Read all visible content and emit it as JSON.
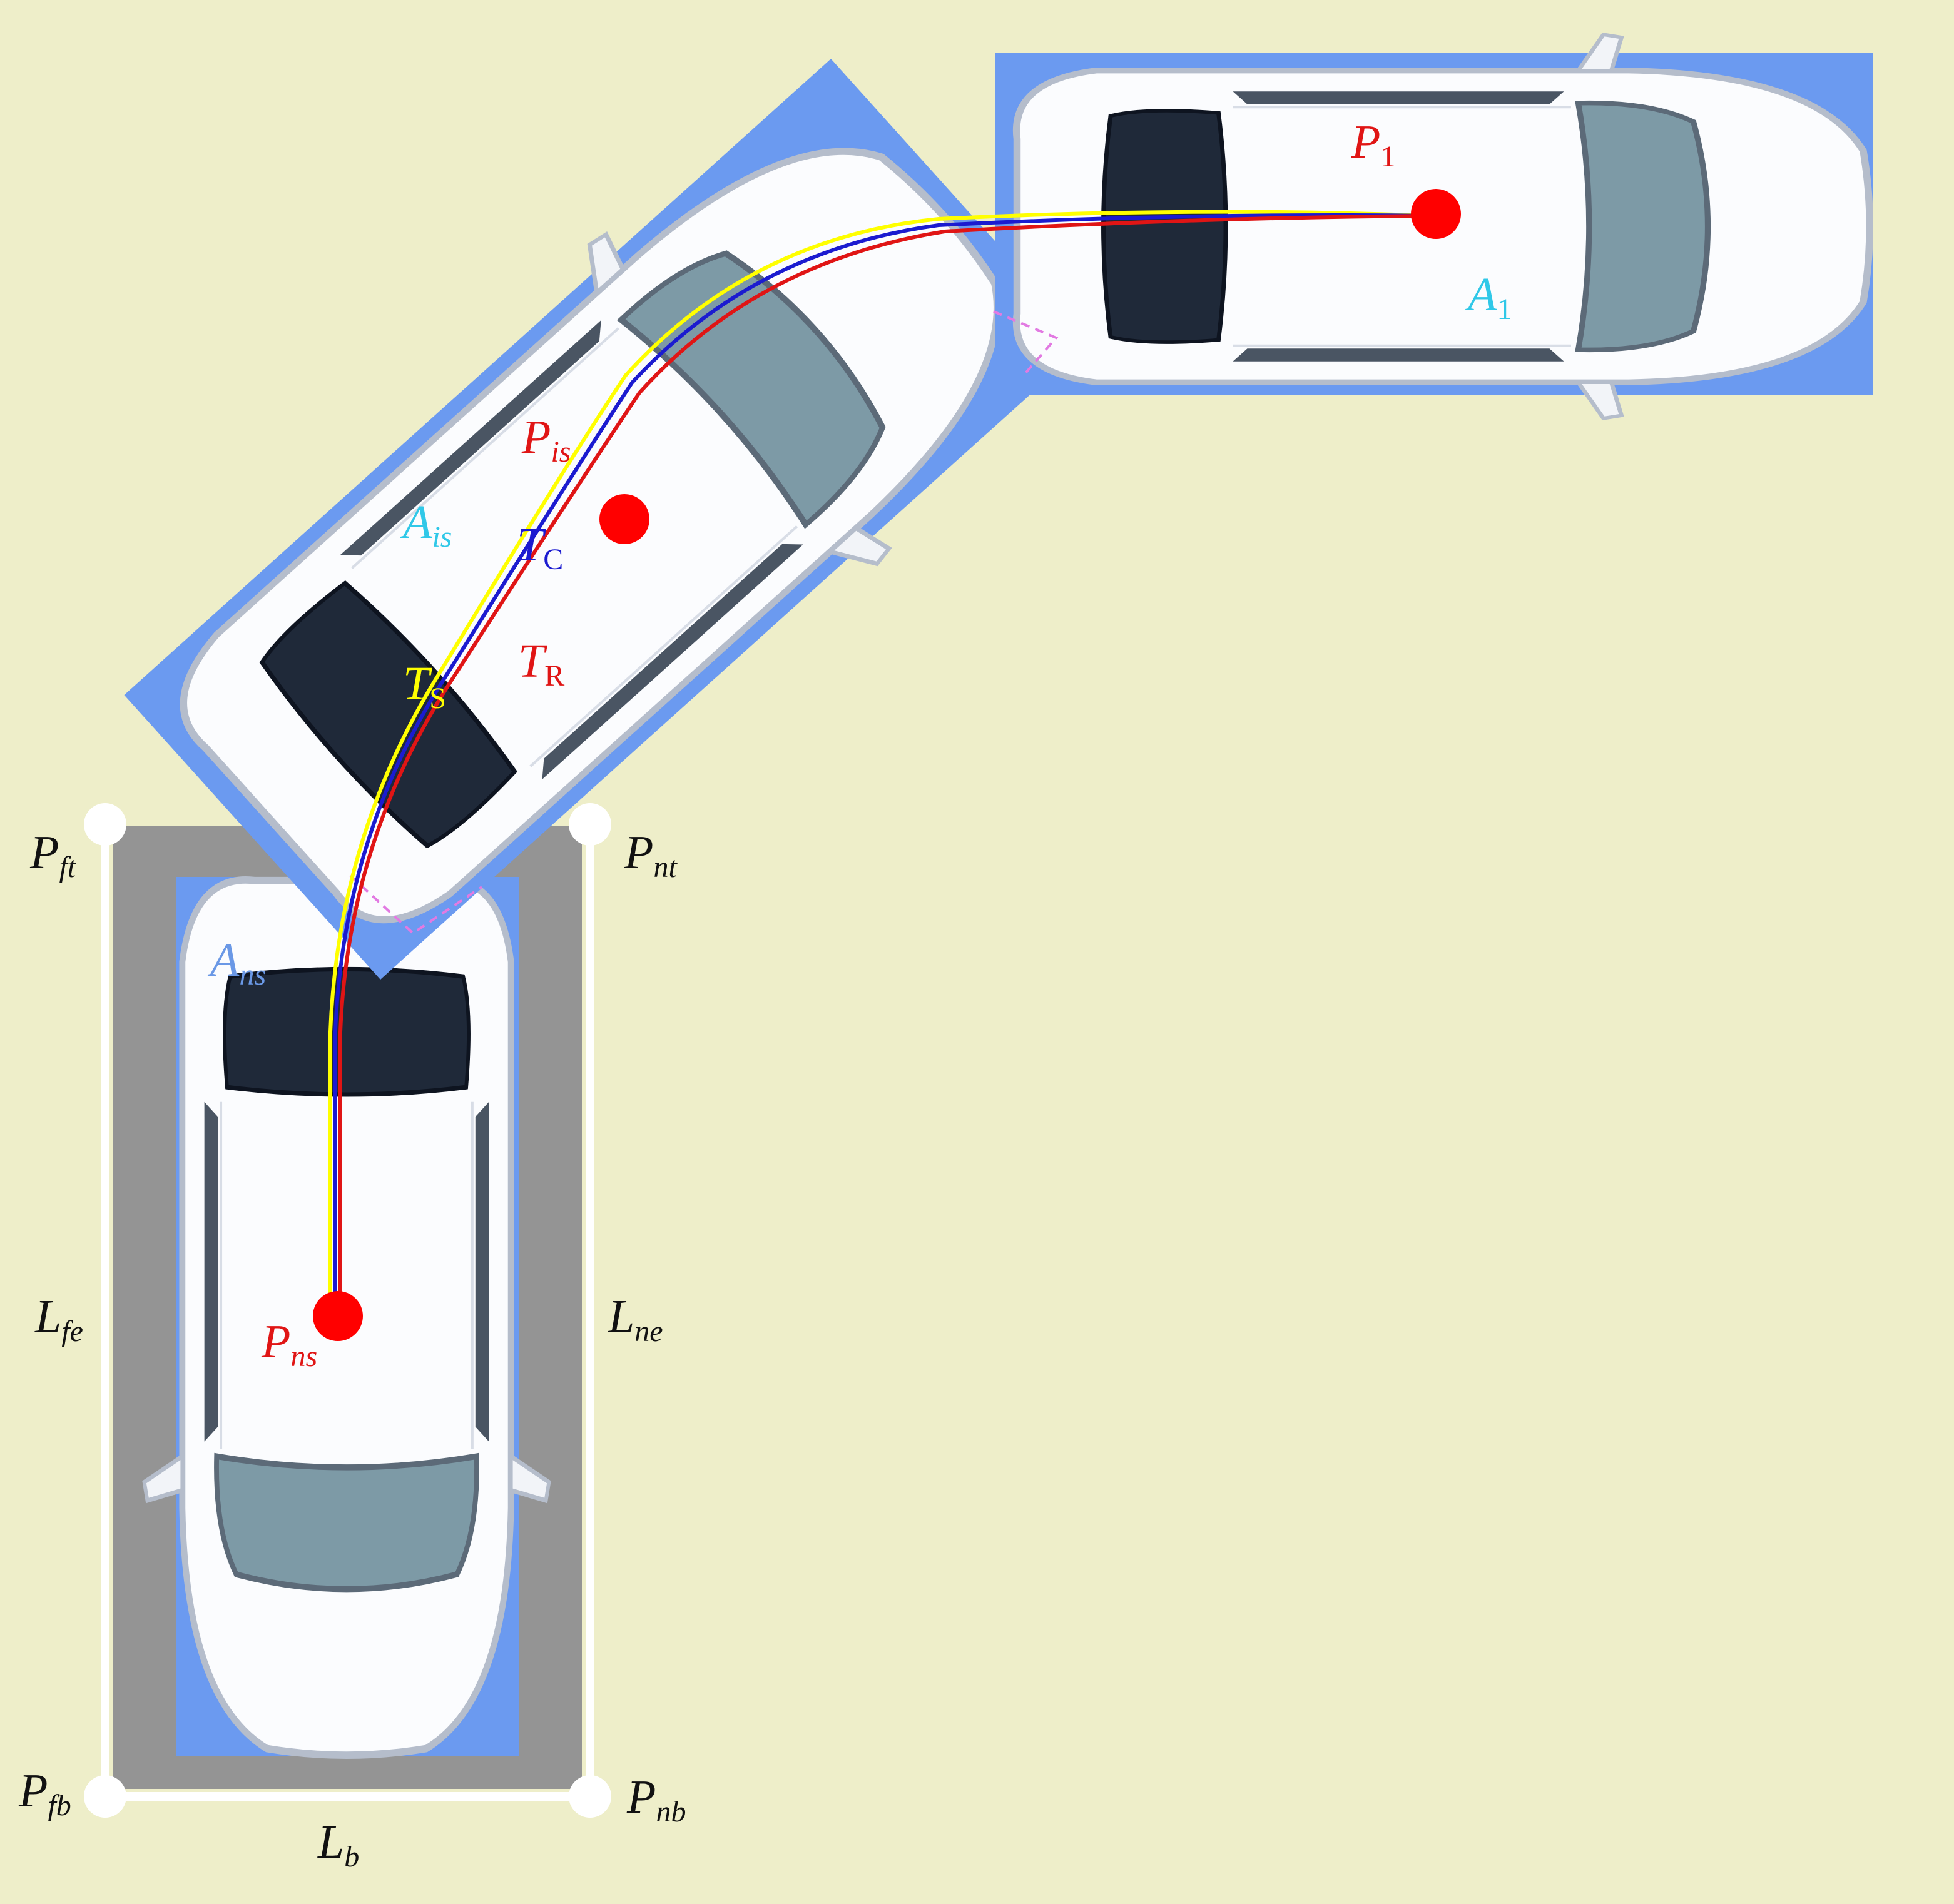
{
  "colors": {
    "ground": "#eeeec9",
    "slot": "#949494",
    "footprint": "#6b9af0",
    "car_body": "#fbfcfe",
    "car_outline": "#b5bdcb",
    "glass": "#7d9aa6",
    "rear_window": "#1f2939",
    "trajectory_TS": "#ffff00",
    "trajectory_TC": "#1b1bd0",
    "trajectory_TR": "#e01515",
    "center_point": "#ff0000",
    "label_red": "#e01515",
    "label_cyan": "#30c8e8",
    "label_blue_light": "#6a98e6",
    "label_black": "#111111",
    "corner_marker": "#ffffff",
    "overlap_dash": "#e27ae2"
  },
  "icons": {
    "corner_markers": "white-circle",
    "center_points": "red-filled-circle",
    "vehicles": "top-view-white-sedan"
  },
  "labels": {
    "p1": {
      "main": "P",
      "sub": "1"
    },
    "a1": {
      "main": "A",
      "sub": "1"
    },
    "pis": {
      "main": "P",
      "sub": "is"
    },
    "ais": {
      "main": "A",
      "sub": "is"
    },
    "tc": {
      "main": "T",
      "sub": "C"
    },
    "tr": {
      "main": "T",
      "sub": "R"
    },
    "ts": {
      "main": "T",
      "sub": "S"
    },
    "pft": {
      "main": "P",
      "sub": "ft"
    },
    "pnt": {
      "main": "P",
      "sub": "nt"
    },
    "ans": {
      "main": "A",
      "sub": "ns"
    },
    "lfe": {
      "main": "L",
      "sub": "fe"
    },
    "lne": {
      "main": "L",
      "sub": "ne"
    },
    "pns": {
      "main": "P",
      "sub": "ns"
    },
    "pfb": {
      "main": "P",
      "sub": "fb"
    },
    "pnb": {
      "main": "P",
      "sub": "nb"
    },
    "lb": {
      "main": "L",
      "sub": "b"
    }
  }
}
